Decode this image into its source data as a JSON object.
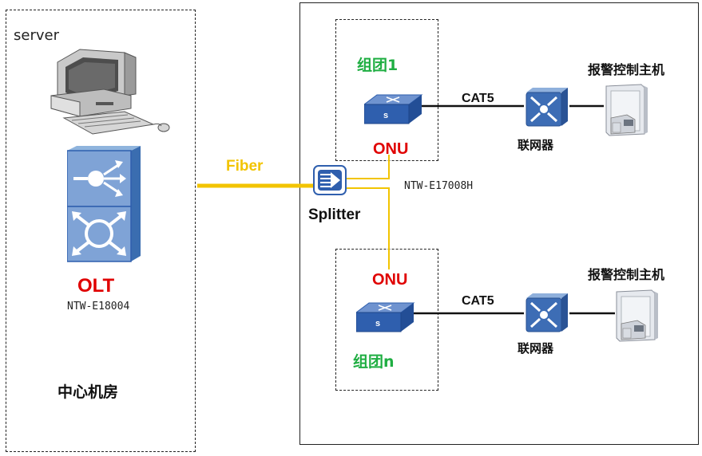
{
  "central_room": {
    "server_label": "server",
    "olt_label": "OLT",
    "olt_model": "NTW-E18004",
    "room_label": "中心机房"
  },
  "links": {
    "fiber_label": "Fiber",
    "cat5_label": "CAT5"
  },
  "splitter": {
    "label": "Splitter",
    "model": "NTW-E17008H"
  },
  "groups": [
    {
      "name": "组团1",
      "onu_label": "ONU",
      "networker_label": "联网器",
      "alarm_host_label": "报警控制主机"
    },
    {
      "name": "组团n",
      "onu_label": "ONU",
      "networker_label": "联网器",
      "alarm_host_label": "报警控制主机"
    }
  ],
  "colors": {
    "fiber": "#f2c400",
    "onu_text": "#e00000",
    "group_text": "#1fae42",
    "device_blue": "#2f5fae"
  }
}
